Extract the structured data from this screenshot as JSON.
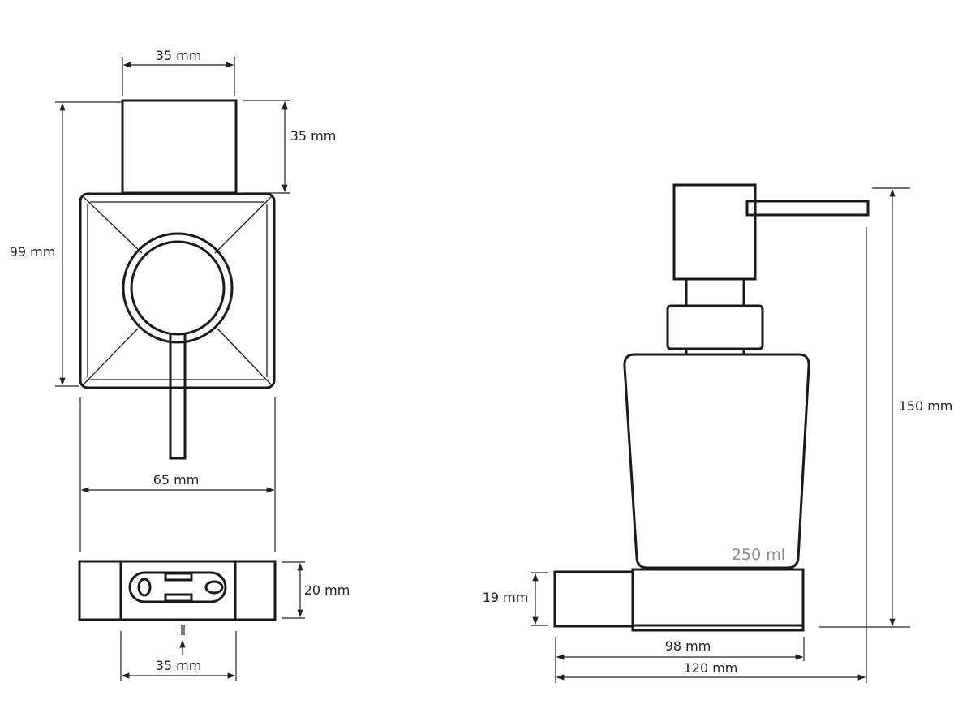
{
  "front_view": {
    "stem_width": "35 mm",
    "stem_height": "35 mm",
    "total_height": "99 mm",
    "plate_width": "65 mm"
  },
  "bottom_view": {
    "height": "20 mm",
    "screw_spacing": "35 mm"
  },
  "side_view": {
    "capacity": "250 ml",
    "base_height": "19 mm",
    "total_height": "150 mm",
    "bottle_depth": "98 mm",
    "total_depth": "120 mm"
  }
}
